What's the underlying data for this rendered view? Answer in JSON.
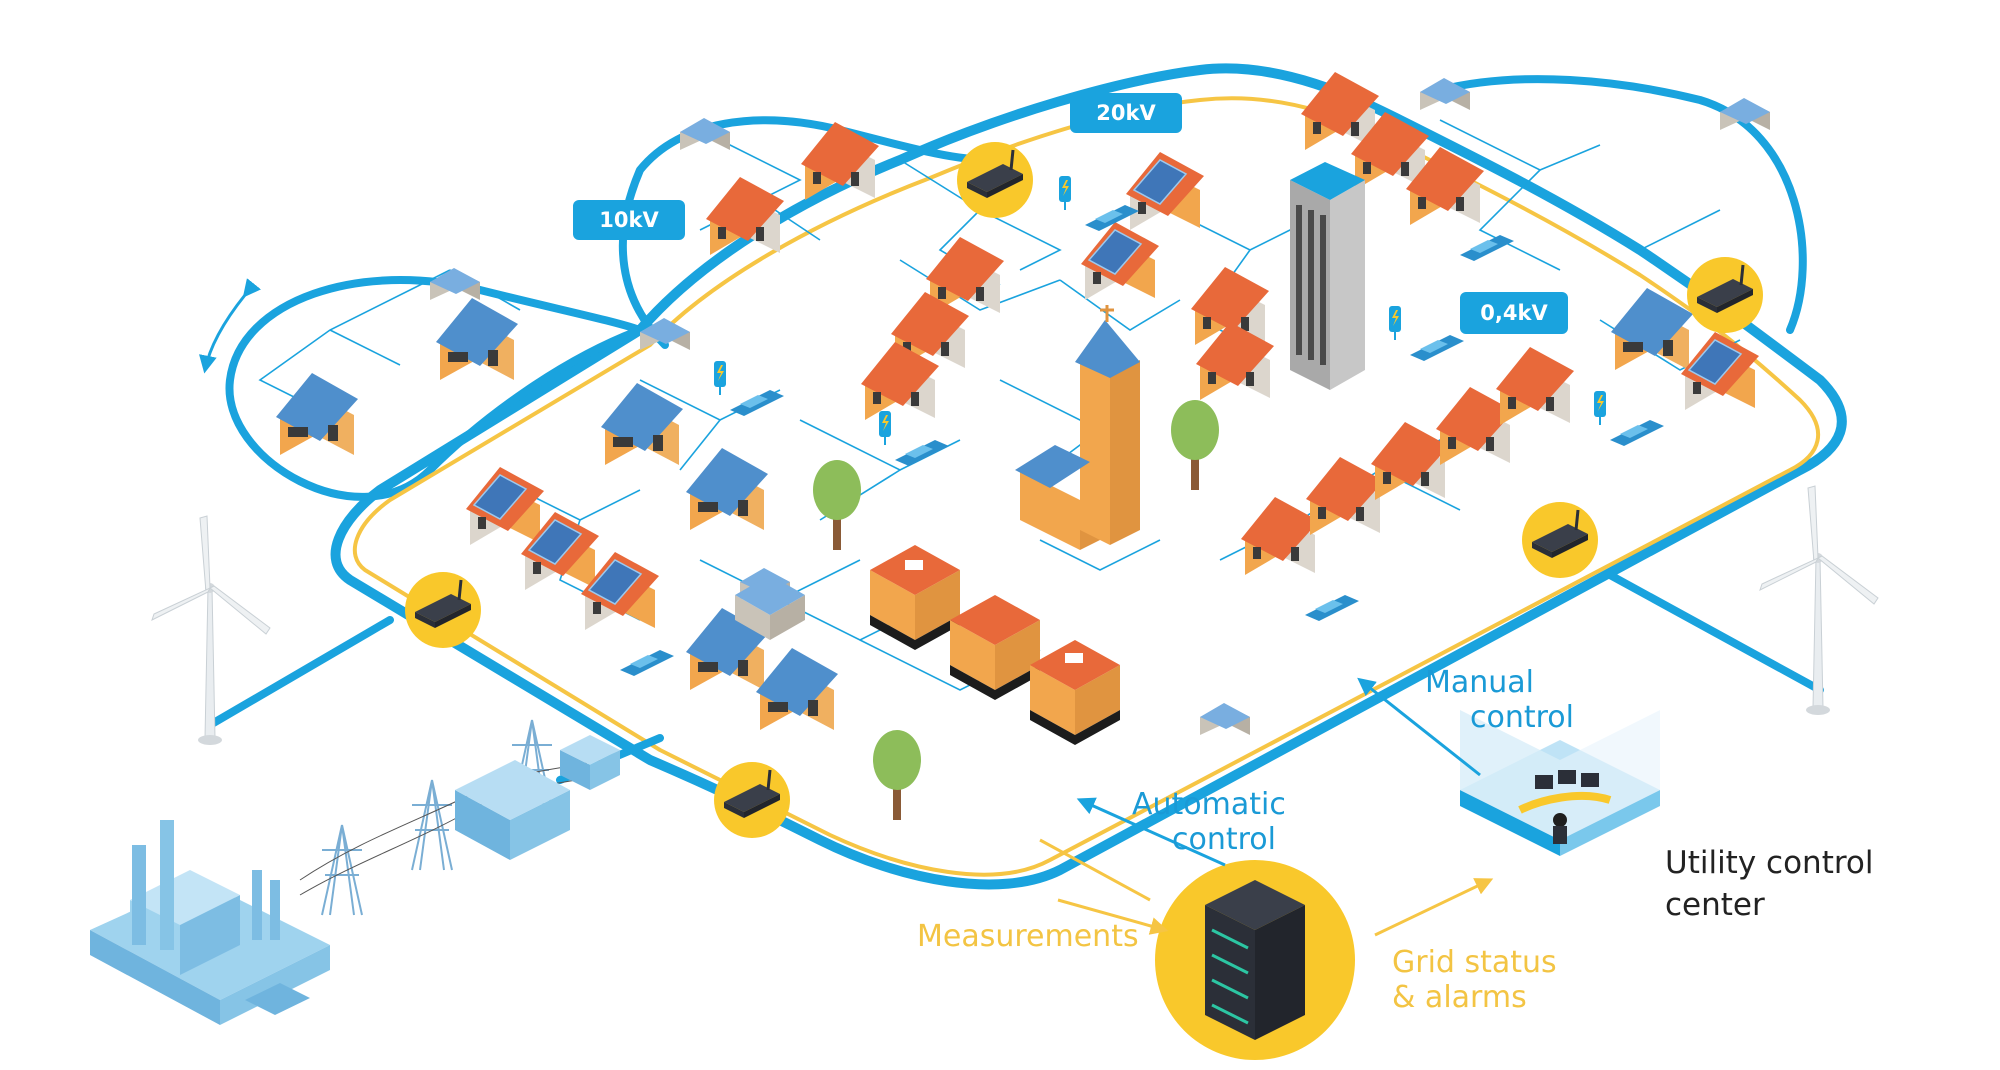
{
  "colors": {
    "grid_blue": "#1aa3de",
    "measure_yellow": "#f6c544",
    "house_orange": "#f2a64d",
    "roof_red": "#e8693a",
    "roof_blue": "#4f8fcc",
    "wall_grey": "#dcd6cd",
    "node_yellow": "#f9c82b",
    "device_dark": "#2b2f38",
    "server_green": "#2cc6a3",
    "industry_blue": "#9fd3ee",
    "tree_green": "#8dbd5a",
    "text_dark": "#222222"
  },
  "voltage_labels": {
    "mv": "20kV",
    "hv": "10kV",
    "lv": "0,4kV"
  },
  "flows": {
    "manual": [
      "Manual",
      "control"
    ],
    "automatic": [
      "Automatic",
      "control"
    ],
    "measurements": "Measurements",
    "status": [
      "Grid status",
      "& alarms"
    ],
    "control_center": [
      "Utility control",
      "center"
    ]
  },
  "icons": {
    "rotation": "rotation-arrows-icon",
    "charger": "ev-charger-icon",
    "router": "router-icon",
    "server": "server-rack-icon",
    "operator": "operator-desk-icon",
    "wind": "wind-turbine-icon",
    "plant": "power-plant-icon",
    "pylon": "power-pylon-icon"
  }
}
